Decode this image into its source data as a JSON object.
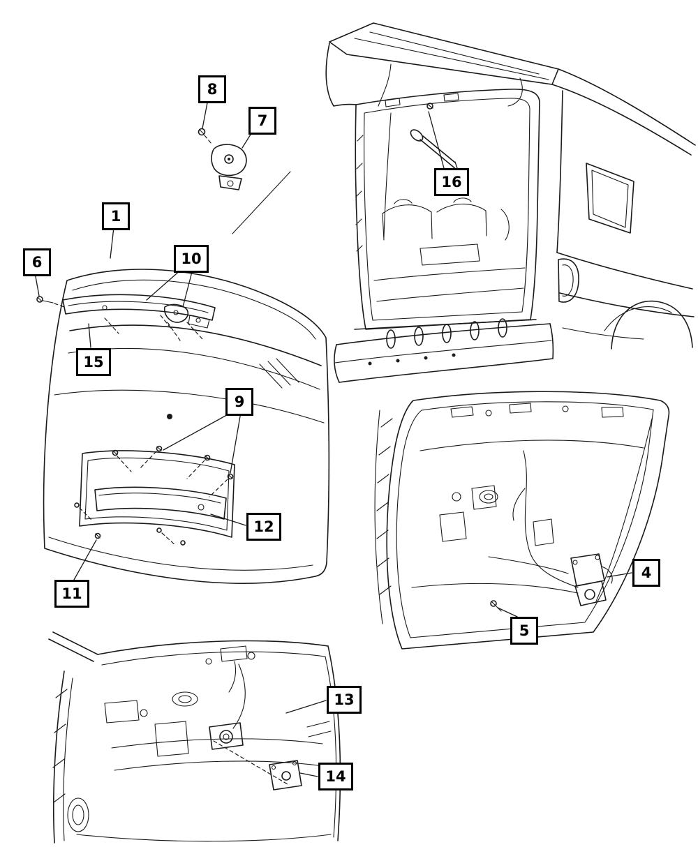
{
  "diagram": {
    "kind": "automotive-parts-line-diagram",
    "subject": "liftgate / tailgate assembly views",
    "colors": {
      "line": "#1a1a1a",
      "callout_border": "#000000",
      "background": "#ffffff"
    },
    "views": [
      {
        "name": "vehicle-rear-open-liftgate"
      },
      {
        "name": "liftgate-outer-panel"
      },
      {
        "name": "liftgate-inner-panel-right"
      },
      {
        "name": "liftgate-inner-panel-lower"
      }
    ]
  },
  "callouts": [
    {
      "label": "1"
    },
    {
      "label": "4"
    },
    {
      "label": "5"
    },
    {
      "label": "6"
    },
    {
      "label": "7"
    },
    {
      "label": "8"
    },
    {
      "label": "9"
    },
    {
      "label": "10"
    },
    {
      "label": "11"
    },
    {
      "label": "12"
    },
    {
      "label": "13"
    },
    {
      "label": "14"
    },
    {
      "label": "15"
    },
    {
      "label": "16"
    }
  ]
}
